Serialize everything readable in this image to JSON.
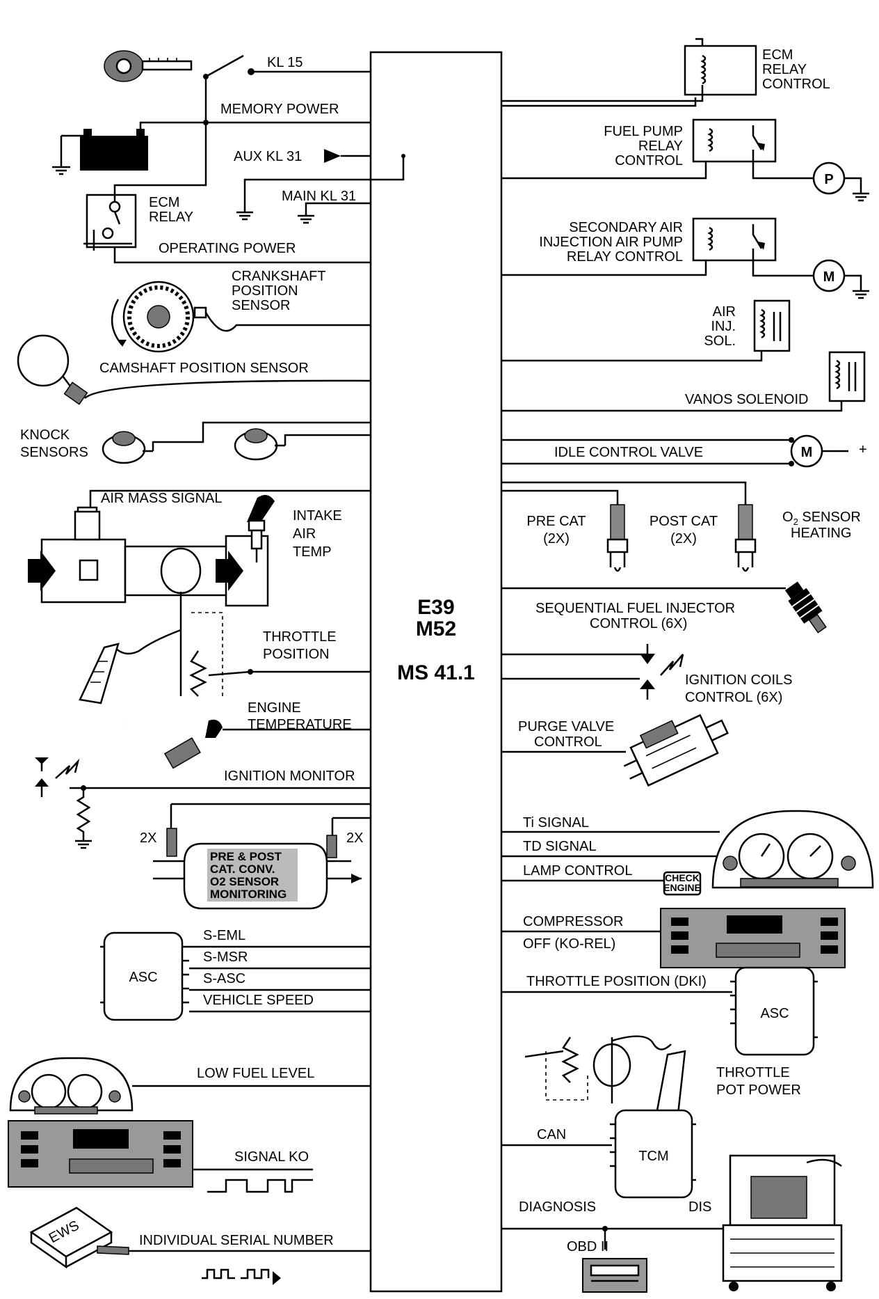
{
  "ecu": {
    "line1": "E39",
    "line2": "M52",
    "line3": "MS 41.1"
  },
  "left": {
    "kl15": "KL 15",
    "memory_power": "MEMORY POWER",
    "aux_kl31": "AUX KL 31",
    "main_kl31": "MAIN KL 31",
    "ecm_relay_1": "ECM",
    "ecm_relay_2": "RELAY",
    "operating_power": "OPERATING POWER",
    "crank_1": "CRANKSHAFT",
    "crank_2": "POSITION",
    "crank_3": "SENSOR",
    "camshaft": "CAMSHAFT POSITION SENSOR",
    "knock_1": "KNOCK",
    "knock_2": "SENSORS",
    "air_mass": "AIR MASS SIGNAL",
    "iat_1": "INTAKE",
    "iat_2": "AIR",
    "iat_3": "TEMP",
    "throttle_1": "THROTTLE",
    "throttle_2": "POSITION",
    "engtemp_1": "ENGINE",
    "engtemp_2": "TEMPERATURE",
    "ign_monitor": "IGNITION MONITOR",
    "cat_2x_left": "2X",
    "cat_2x_right": "2X",
    "cat_1": "PRE & POST",
    "cat_2": "CAT. CONV.",
    "cat_3": "O2 SENSOR",
    "cat_4": "MONITORING",
    "asc_box": "ASC",
    "s_eml": "S-EML",
    "s_msr": "S-MSR",
    "s_asc": "S-ASC",
    "vehicle_speed": "VEHICLE SPEED",
    "low_fuel": "LOW FUEL LEVEL",
    "signal_ko": "SIGNAL KO",
    "ews_box": "EWS",
    "serial": "INDIVIDUAL SERIAL NUMBER"
  },
  "right": {
    "ecm_ctrl_1": "ECM",
    "ecm_ctrl_2": "RELAY",
    "ecm_ctrl_3": "CONTROL",
    "fuel_1": "FUEL PUMP",
    "fuel_2": "RELAY",
    "fuel_3": "CONTROL",
    "pump_p": "P",
    "sec_1": "SECONDARY AIR",
    "sec_2": "INJECTION AIR PUMP",
    "sec_3": "RELAY CONTROL",
    "motor_m": "M",
    "airinj_1": "AIR",
    "airinj_2": "INJ.",
    "airinj_3": "SOL.",
    "vanos": "VANOS  SOLENOID",
    "idle": "IDLE CONTROL VALVE",
    "idle_m": "M",
    "idle_plus": "+",
    "precat_1": "PRE CAT",
    "precat_2": "(2X)",
    "postcat_1": "POST CAT",
    "postcat_2": "(2X)",
    "o2heat_1": "O",
    "o2heat_sub": "2",
    "o2heat_2": " SENSOR",
    "o2heat_3": "HEATING",
    "inj_1": "SEQUENTIAL FUEL INJECTOR",
    "inj_2": "CONTROL (6X)",
    "coil_1": "IGNITION COILS",
    "coil_2": "CONTROL (6X)",
    "purge_1": "PURGE VALVE",
    "purge_2": "CONTROL",
    "ti": "Ti SIGNAL",
    "td": "TD SIGNAL",
    "lamp": "LAMP CONTROL",
    "check_1": "CHECK",
    "check_2": "ENGINE",
    "comp_1": "COMPRESSOR",
    "comp_2": "OFF (KO-REL)",
    "dki": "THROTTLE POSITION (DKI)",
    "asc_box": "ASC",
    "tpot_1": "THROTTLE",
    "tpot_2": "POT POWER",
    "can": "CAN",
    "tcm": "TCM",
    "diag": "DIAGNOSIS",
    "dis": "DIS",
    "obd": "OBD II"
  }
}
